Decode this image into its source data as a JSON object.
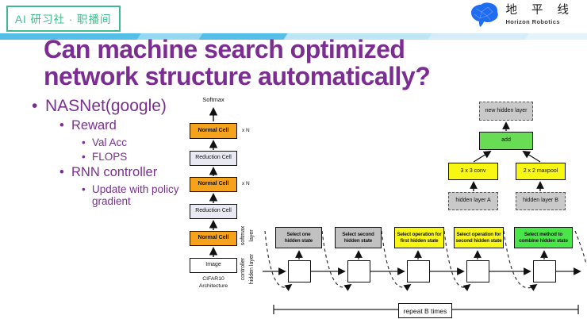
{
  "colors": {
    "accent_purple": "#7b2d92",
    "badge_green": "#3dbb8d",
    "logo_blue": "#1f6cf0",
    "stripe_blue": "#54bee8",
    "cell_orange": "#f5a31c",
    "cell_lavender": "#e9e9f4",
    "op_yellow": "#f8f714",
    "add_green": "#69dc55",
    "combine_green": "#49e549",
    "state_gray": "#c1c1c1",
    "hidden_gray": "#c9c9c9"
  },
  "badge": {
    "label": "AI 研习社 · 职播间"
  },
  "logo": {
    "cn": "地 平 线",
    "en": "Horizon Robotics"
  },
  "title": {
    "line1": "Can machine search optimized",
    "line2": "network structure automatically?"
  },
  "bullets": {
    "nasnet": "NASNet(google)",
    "reward": "Reward",
    "val_acc": "Val Acc",
    "flops": "FLOPS",
    "rnn_controller": "RNN controller",
    "update": "Update with policy gradient"
  },
  "cifar": {
    "softmax": "Softmax",
    "normal_cell": "Normal Cell",
    "reduction_cell": "Reduction Cell",
    "image": "Image",
    "repeat_n": "x N",
    "caption": "CIFAR10\nArchitecture"
  },
  "cell_diagram": {
    "new_hidden": "new hidden layer",
    "add": "add",
    "conv": "3 x 3 conv",
    "maxpool": "2 x 2 maxpool",
    "hidden_a": "hidden layer A",
    "hidden_b": "hidden layer B"
  },
  "controller": {
    "softmax_layer": "softmax\nlayer",
    "hidden_layer": "controller\nhidden layer",
    "steps": [
      {
        "label": "Select one\nhidden state",
        "color": "gray"
      },
      {
        "label": "Select second\nhidden state",
        "color": "gray"
      },
      {
        "label": "Select operation for\nfirst hidden state",
        "color": "yellow"
      },
      {
        "label": "Select operation for\nsecond hidden state",
        "color": "yellow"
      },
      {
        "label": "Select method to\ncombine hidden state",
        "color": "green"
      }
    ],
    "repeat": "repeat B times"
  }
}
